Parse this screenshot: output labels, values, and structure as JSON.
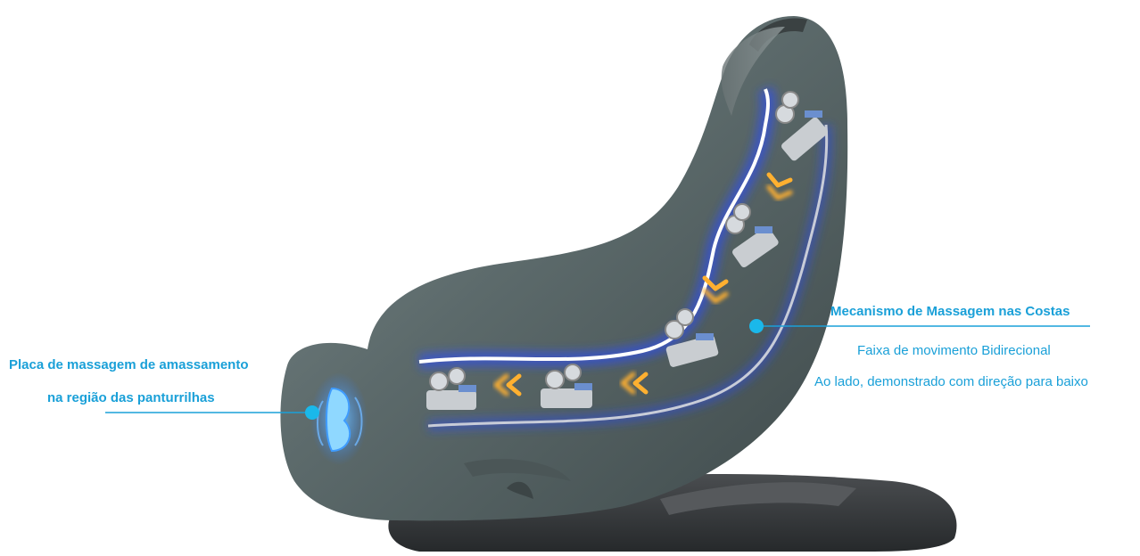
{
  "callouts": {
    "calf": {
      "line1": "Placa de massagem de amassamento",
      "line2": "na região das panturrilhas"
    },
    "back": {
      "title": "Mecanismo de Massagem nas Costas",
      "line1": "Faixa de movimento Bidirecional",
      "line2": "Ao lado, demonstrado com direção para baixo"
    }
  },
  "colors": {
    "label": "#1aa0d8",
    "marker": "#1ab8ea",
    "chair_body": "#5c6a6b",
    "chair_base": "#3a3d40",
    "track_glow": "#2a4cff",
    "arrow": "#ffb030"
  }
}
